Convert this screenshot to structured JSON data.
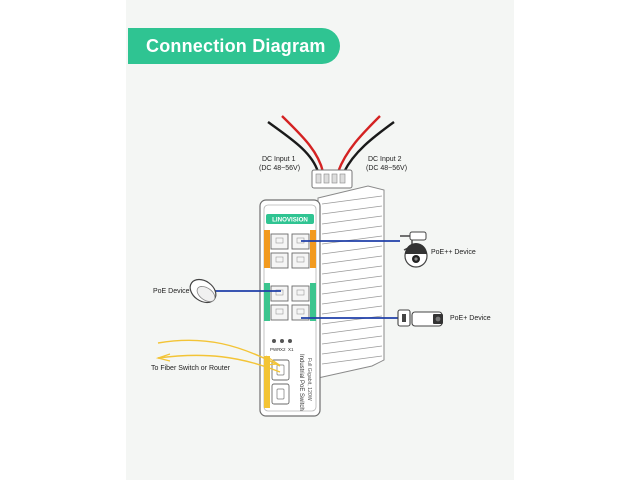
{
  "title": "Connection Diagram",
  "inputs": {
    "dc1_line1": "DC Input 1",
    "dc1_line2": "(DC 48~56V)",
    "dc2_line1": "DC Input 2",
    "dc2_line2": "(DC 48~56V)"
  },
  "device": {
    "brand": "LINOVISION",
    "name_line1": "Industrial PoE Switch",
    "name_line2": "Full Gigabit, 120W",
    "led_labels": [
      "PWR",
      "X2",
      "X1"
    ]
  },
  "labels": {
    "poe_plus_plus": "PoE++ Device",
    "poe_plus": "PoE+ Device",
    "poe_device": "PoE Device",
    "fiber": "To Fiber Switch or Router"
  },
  "colors": {
    "accent_green": "#2fc492",
    "port_orange": "#f29a1f",
    "port_green": "#3cc58f",
    "link_blue": "#1f3fa8",
    "fiber_yellow": "#f3c436",
    "wire_red": "#d42222",
    "wire_black": "#1a1a1a"
  }
}
